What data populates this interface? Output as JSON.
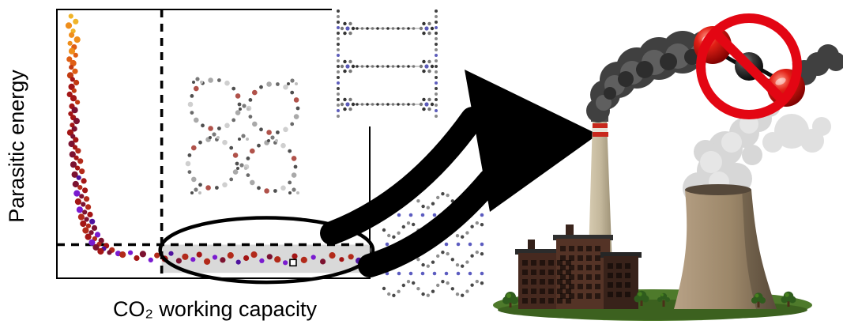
{
  "figure": {
    "y_axis_label": "Parasitic energy",
    "x_axis_label": "CO₂ working capacity"
  },
  "chart_data": {
    "type": "scatter",
    "title": "",
    "xlabel": "CO₂ working capacity",
    "ylabel": "Parasitic energy",
    "xlim": [
      0,
      1
    ],
    "ylim": [
      0,
      1
    ],
    "ticks": "none - qualitative schematic axes",
    "legend": "none",
    "grid": false,
    "palette": [
      "#f0b429",
      "#ef8e1b",
      "#df5e14",
      "#c23a10",
      "#a31515",
      "#7c1230",
      "#b22a1a",
      "#7a1bcf",
      "#4e129e"
    ],
    "points": [
      [
        0.045,
        0.975,
        0
      ],
      [
        0.06,
        0.955,
        0
      ],
      [
        0.038,
        0.94,
        1
      ],
      [
        0.052,
        0.92,
        0
      ],
      [
        0.047,
        0.905,
        1
      ],
      [
        0.065,
        0.888,
        1
      ],
      [
        0.042,
        0.874,
        1
      ],
      [
        0.055,
        0.86,
        2
      ],
      [
        0.048,
        0.845,
        1
      ],
      [
        0.06,
        0.83,
        2
      ],
      [
        0.04,
        0.815,
        2
      ],
      [
        0.052,
        0.8,
        2
      ],
      [
        0.046,
        0.785,
        3
      ],
      [
        0.058,
        0.77,
        2
      ],
      [
        0.043,
        0.755,
        3
      ],
      [
        0.05,
        0.74,
        4
      ],
      [
        0.062,
        0.728,
        3
      ],
      [
        0.047,
        0.712,
        4
      ],
      [
        0.055,
        0.698,
        3
      ],
      [
        0.041,
        0.684,
        4
      ],
      [
        0.053,
        0.67,
        4
      ],
      [
        0.066,
        0.655,
        3
      ],
      [
        0.048,
        0.64,
        4
      ],
      [
        0.057,
        0.626,
        5
      ],
      [
        0.044,
        0.612,
        4
      ],
      [
        0.052,
        0.598,
        4
      ],
      [
        0.063,
        0.585,
        5
      ],
      [
        0.049,
        0.57,
        4
      ],
      [
        0.056,
        0.556,
        5
      ],
      [
        0.043,
        0.542,
        4
      ],
      [
        0.051,
        0.528,
        5
      ],
      [
        0.06,
        0.515,
        4
      ],
      [
        0.047,
        0.5,
        5
      ],
      [
        0.058,
        0.487,
        4
      ],
      [
        0.068,
        0.474,
        6
      ],
      [
        0.05,
        0.461,
        5
      ],
      [
        0.062,
        0.448,
        4
      ],
      [
        0.075,
        0.436,
        6
      ],
      [
        0.053,
        0.423,
        5
      ],
      [
        0.066,
        0.41,
        4
      ],
      [
        0.08,
        0.398,
        6
      ],
      [
        0.057,
        0.386,
        5
      ],
      [
        0.07,
        0.374,
        8
      ],
      [
        0.086,
        0.362,
        4
      ],
      [
        0.06,
        0.35,
        5
      ],
      [
        0.074,
        0.338,
        6
      ],
      [
        0.09,
        0.327,
        4
      ],
      [
        0.064,
        0.316,
        7
      ],
      [
        0.079,
        0.305,
        5
      ],
      [
        0.095,
        0.295,
        6
      ],
      [
        0.068,
        0.285,
        4
      ],
      [
        0.084,
        0.275,
        5
      ],
      [
        0.1,
        0.265,
        6
      ],
      [
        0.073,
        0.255,
        7
      ],
      [
        0.089,
        0.246,
        5
      ],
      [
        0.106,
        0.237,
        4
      ],
      [
        0.078,
        0.228,
        6
      ],
      [
        0.095,
        0.219,
        5
      ],
      [
        0.113,
        0.211,
        8
      ],
      [
        0.084,
        0.203,
        4
      ],
      [
        0.101,
        0.195,
        6
      ],
      [
        0.12,
        0.187,
        5
      ],
      [
        0.092,
        0.178,
        6
      ],
      [
        0.11,
        0.17,
        5
      ],
      [
        0.13,
        0.162,
        7
      ],
      [
        0.1,
        0.154,
        4
      ],
      [
        0.121,
        0.147,
        6
      ],
      [
        0.142,
        0.14,
        5
      ],
      [
        0.112,
        0.133,
        7
      ],
      [
        0.135,
        0.127,
        6
      ],
      [
        0.158,
        0.121,
        4
      ],
      [
        0.125,
        0.115,
        5
      ],
      [
        0.15,
        0.11,
        8
      ],
      [
        0.176,
        0.105,
        6
      ],
      [
        0.14,
        0.1,
        4
      ],
      [
        0.168,
        0.096,
        5
      ],
      [
        0.196,
        0.092,
        7
      ],
      [
        0.21,
        0.088,
        6
      ],
      [
        0.235,
        0.095,
        7
      ],
      [
        0.255,
        0.075,
        4
      ],
      [
        0.275,
        0.09,
        5
      ],
      [
        0.3,
        0.068,
        7
      ],
      [
        0.32,
        0.085,
        6
      ],
      [
        0.345,
        0.072,
        4
      ],
      [
        0.365,
        0.092,
        8
      ],
      [
        0.39,
        0.065,
        5
      ],
      [
        0.41,
        0.08,
        6
      ],
      [
        0.435,
        0.07,
        7
      ],
      [
        0.455,
        0.088,
        4
      ],
      [
        0.48,
        0.062,
        6
      ],
      [
        0.505,
        0.078,
        7
      ],
      [
        0.53,
        0.068,
        5
      ],
      [
        0.555,
        0.085,
        6
      ],
      [
        0.58,
        0.06,
        8
      ],
      [
        0.605,
        0.075,
        4
      ],
      [
        0.63,
        0.088,
        6
      ],
      [
        0.655,
        0.065,
        7
      ],
      [
        0.68,
        0.08,
        5
      ],
      [
        0.705,
        0.07,
        6
      ],
      [
        0.73,
        0.058,
        7
      ],
      [
        0.76,
        0.082,
        4
      ],
      [
        0.79,
        0.068,
        6
      ],
      [
        0.82,
        0.078,
        7
      ],
      [
        0.85,
        0.062,
        5
      ],
      [
        0.88,
        0.085,
        6
      ],
      [
        0.91,
        0.07,
        4
      ],
      [
        0.94,
        0.08,
        6
      ],
      [
        0.965,
        0.065,
        8
      ]
    ],
    "special_marker": {
      "x": 0.755,
      "y": 0.058,
      "shape": "open-square",
      "fill": "#ffffff",
      "stroke": "#000000"
    },
    "threshold_vline_x": 0.335,
    "threshold_hline_y": 0.125,
    "target_region": {
      "x0": 0.335,
      "x1": 1.0,
      "y0": 0.02,
      "y1": 0.125,
      "fill": "#d9d9d9"
    },
    "highlight_ellipse": {
      "cx": 0.67,
      "cy": 0.105,
      "rx": 0.34,
      "ry": 0.12,
      "stroke": "#000000"
    }
  },
  "illustration": {
    "arrow_icon": "thick-curved-arrow-pointing-right",
    "insets": [
      {
        "name": "porous-ring-framework-structure"
      },
      {
        "name": "layered-pillared-framework-structure"
      },
      {
        "name": "zigzag-layered-framework-structure"
      }
    ],
    "power_plant": {
      "smoke_color": "#404040",
      "steam_color": "#d7d7d7",
      "cooling_tower_color": "#9c8769",
      "smokestack_color": "#c4b89c",
      "smokestack_stripe_color": "#c8281c",
      "building_color": "#543326",
      "ground_color": "#4e7a2b"
    },
    "no_co2_sign": {
      "meaning": "no CO₂ emissions",
      "ring_color": "#e30613",
      "oxygen_atom_color": "#c00000",
      "carbon_atom_color": "#1a1a1a"
    }
  }
}
